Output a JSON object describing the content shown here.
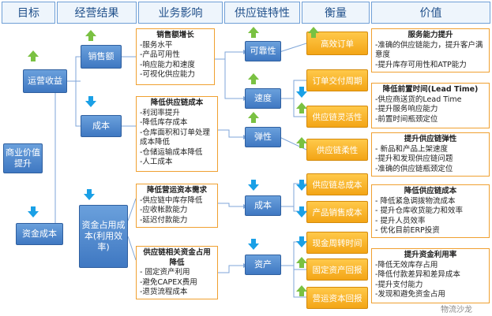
{
  "headers": [
    "目标",
    "经营结果",
    "业务影响",
    "供应链特性",
    "衡量",
    "价值"
  ],
  "goal": {
    "revenue": "运营收益",
    "value": "商业价值提升",
    "capital": "资金成本"
  },
  "results": {
    "sales": "销售额",
    "cost": "成本",
    "capital_cost": "资金占用成本(利用效率)"
  },
  "impacts": [
    {
      "title": "销售额增长",
      "items": [
        "-服务水平",
        "-产品可用性",
        "-响应能力和速度",
        "-可视化供应能力"
      ]
    },
    {
      "title": "降低供应链成本",
      "items": [
        "-利润率提升",
        "-降低库存成本",
        "-仓库面积和订单处理成本降低",
        "-仓储运输成本降低",
        "-人工成本"
      ]
    },
    {
      "title": "降低营运资本需求",
      "items": [
        "-供应链中库存降低",
        "-应收帐款能力",
        "-延迟付款能力"
      ]
    },
    {
      "title": "供应链相关资金占用降低",
      "items": [
        "- 固定资产利用",
        "-避免CAPEX费用",
        "-退货流程成本"
      ]
    }
  ],
  "traits": {
    "reliable": "可靠性",
    "speed": "速度",
    "resilience": "弹性",
    "cost": "成本",
    "assets": "资产"
  },
  "metrics": [
    "高效订单",
    "订单交付周期",
    "供应链灵活性",
    "供应链柔性",
    "供应链总成本",
    "产品销售成本",
    "现金周转时间",
    "固定资产回报",
    "营运资本回报"
  ],
  "values": [
    {
      "title": "服务能力提升",
      "items": [
        "-准确的供应链能力，提升客户满意度",
        "-提升库存可用性和ATP能力"
      ]
    },
    {
      "title": "降低前置时间(Lead Time)",
      "items": [
        "-供应商送货的Lead Time",
        "-提升服务响应能力",
        "-前置时间瓶颈定位"
      ]
    },
    {
      "title": "提升供应链弹性",
      "items": [
        "- 新品和产品上架速度",
        "-提升和发现供应链问题",
        "-准确的供应链瓶颈定位"
      ]
    },
    {
      "title": "降低供应链成本",
      "items": [
        "- 降低紧急调拨物流成本",
        "- 提升仓库收货能力和效率",
        "- 提升人员效率",
        "- 优化目前ERP投资"
      ]
    },
    {
      "title": "提升资金利用率",
      "items": [
        "-降低无效库存占用",
        "-降低付款差异和差异成本",
        "-提升支付能力",
        "-发现和避免资金占用"
      ]
    }
  ],
  "watermark": "物流沙龙"
}
